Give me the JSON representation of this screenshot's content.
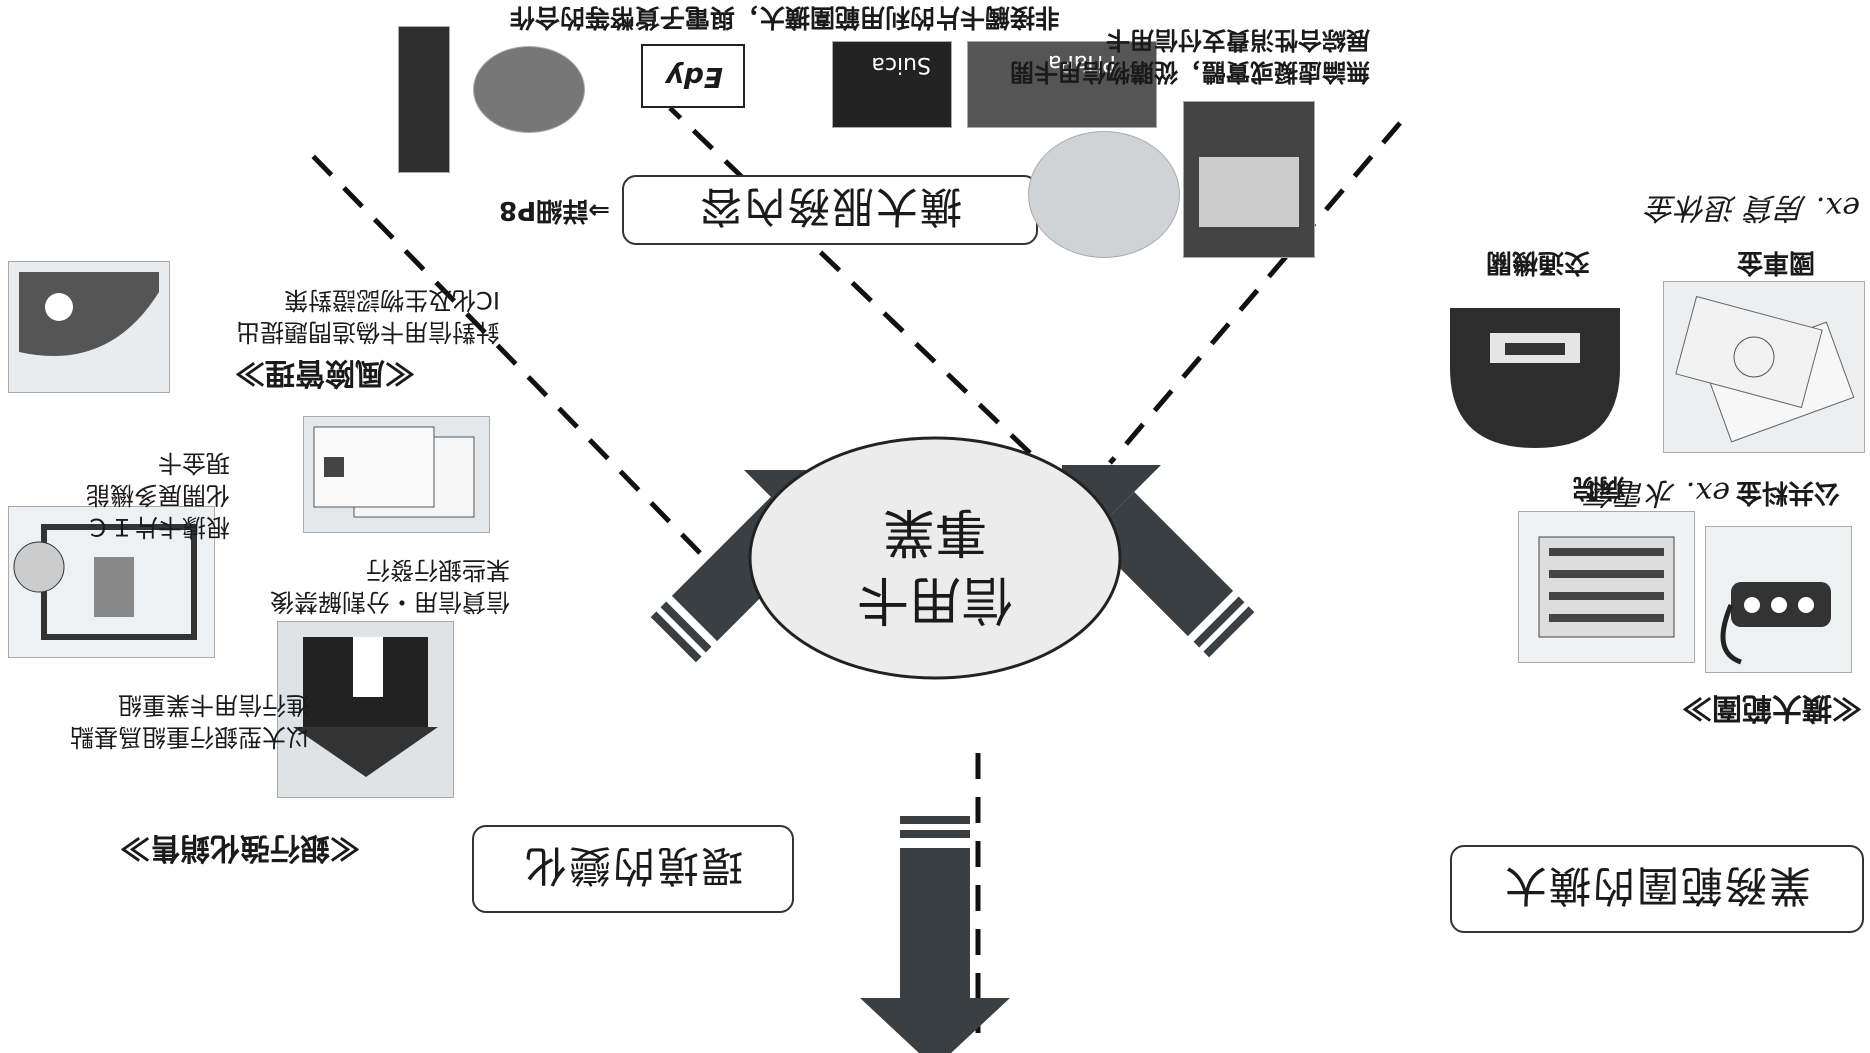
{
  "center": {
    "line1": "信用卡",
    "line2": "事業"
  },
  "boxes": {
    "environment_change": "環境的變化",
    "business_expansion": "業務範圍的擴大",
    "service_expansion": "擴大服務內容"
  },
  "sections": {
    "bank_strengthen": {
      "heading": "≪銀行強化銷售≫",
      "item1": [
        "以大型銀行重組爲基點",
        "進行信用卡業重組"
      ],
      "item2": [
        "信貸信用・分割解禁後",
        "某些銀行發行"
      ],
      "item3": [
        "根據卡片ＩＣ",
        "化開展多機能",
        "現金卡"
      ]
    },
    "risk_management": {
      "heading": "≪風險管理≫",
      "text": [
        "針對信用卡偽造問題提出",
        "IC化及生物認證對策"
      ]
    },
    "expand_range": {
      "heading": "≪擴大範圍≫",
      "labels": [
        "公共料金",
        "病院",
        "國車金",
        "交通機關"
      ],
      "handnotes": [
        "ex. 水電氣",
        "ex. 房貸 退休金"
      ]
    },
    "service_content": {
      "ref": "⇒詳細P8",
      "caption_top": "非接觸卡片的利用範圍擴大，與電子貨幣等的合作",
      "caption_right": [
        "無論虛擬或實體，從購物信用卡開",
        "展綜合性消費支付信用卡"
      ],
      "brands": [
        "PiTaPa",
        "Suica",
        "Edy"
      ]
    }
  },
  "icons": [
    "bank-building-icon",
    "card-usage-icon",
    "ic-card-icon",
    "hand-card-icon",
    "power-plug-icon",
    "hospital-building-icon",
    "money-bills-icon",
    "ticket-gate-icon",
    "phone-icon",
    "shopping-icon",
    "computer-icon"
  ],
  "colors": {
    "arrow": "#3a3f44",
    "line": "#111111",
    "ellipse_fill": "#ececec"
  }
}
